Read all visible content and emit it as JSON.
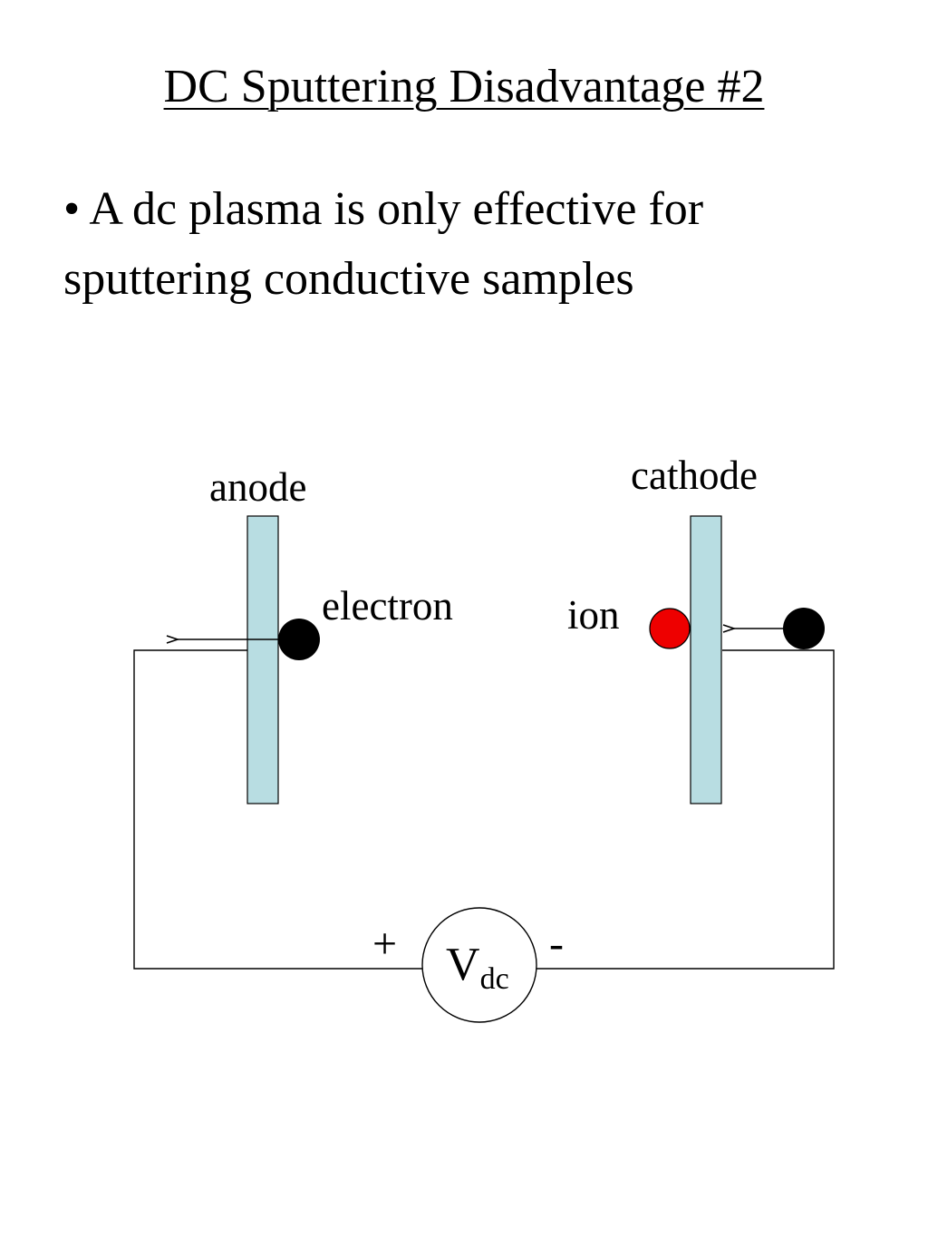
{
  "slide": {
    "title": "DC Sputtering Disadvantage #2",
    "bullet_marker": "•",
    "bullet_text": "A dc plasma is only effective for sputtering conductive samples"
  },
  "diagram": {
    "labels": {
      "anode": "anode",
      "cathode": "cathode",
      "electron": "electron",
      "ion": "ion",
      "plus": "+",
      "minus": "-",
      "voltage_main": "V",
      "voltage_sub": "dc"
    },
    "colors": {
      "electrode_fill": "#b8dde2",
      "ion_fill": "#ee0000",
      "electron_fill": "#000000",
      "wire": "#000000"
    }
  }
}
